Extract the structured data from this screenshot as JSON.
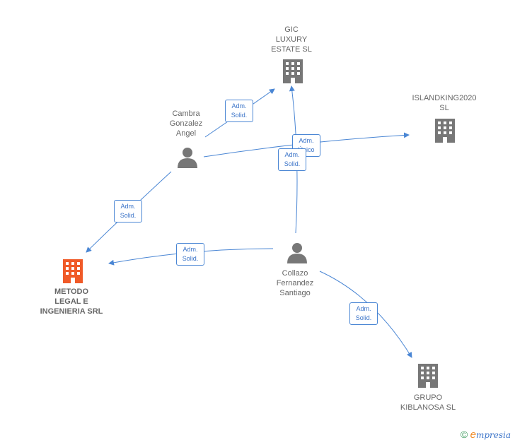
{
  "colors": {
    "edge": "#4a86d4",
    "person": "#777777",
    "company": "#777777",
    "highlight": "#f05a28"
  },
  "nodes": {
    "gic": {
      "name": "GIC\nLUXURY\nESTATE  SL",
      "icon": "building-icon"
    },
    "islandking": {
      "name": "ISLANDKING2020\nSL",
      "icon": "building-icon"
    },
    "cambra": {
      "name": "Cambra\nGonzalez\nAngel",
      "icon": "person-icon"
    },
    "metodo": {
      "name": "METODO\nLEGAL E\nINGENIERIA SRL",
      "icon": "building-icon"
    },
    "collazo": {
      "name": "Collazo\nFernandez\nSantiago",
      "icon": "person-icon"
    },
    "grupo": {
      "name": "GRUPO\nKIBLANOSA  SL",
      "icon": "building-icon"
    }
  },
  "edges": [
    {
      "id": "cambra-gic",
      "label": "Adm.\nSolid."
    },
    {
      "id": "cambra-island",
      "label": "Adm.\nÚnico"
    },
    {
      "id": "collazo-gic",
      "label": "Adm.\nSolid."
    },
    {
      "id": "cambra-metodo",
      "label": "Adm.\nSolid."
    },
    {
      "id": "collazo-metodo",
      "label": "Adm.\nSolid."
    },
    {
      "id": "collazo-grupo",
      "label": "Adm.\nSolid."
    }
  ],
  "footer": {
    "copyright": "©",
    "brand_initial": "e",
    "brand_rest": "mpresia"
  }
}
